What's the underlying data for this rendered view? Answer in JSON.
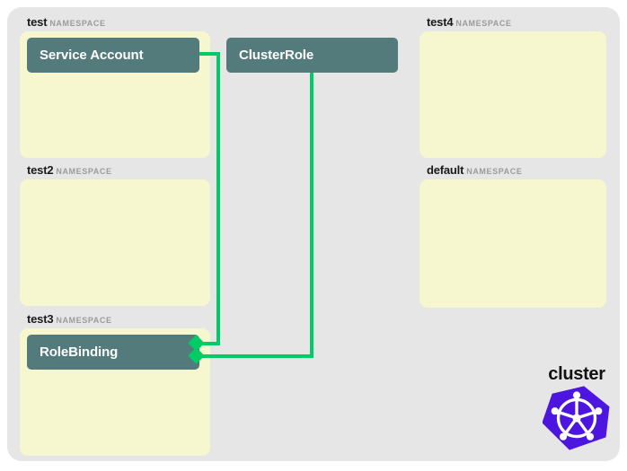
{
  "diagram": {
    "kind_label": "NAMESPACE",
    "colors": {
      "canvas": "#ffffff",
      "cluster_panel": "#e6e6e6",
      "namespace_box": "#f6f7ce",
      "node": "#537b7b",
      "node_text": "#ffffff",
      "edge": "#00cc66",
      "k8s_purple": "#4c16e0",
      "k8s_wheel": "#ffffff",
      "ns_name_text": "#1a1a1a",
      "ns_kind_text": "#9b9b9b"
    },
    "namespaces": [
      {
        "name": "test",
        "kind": "NAMESPACE"
      },
      {
        "name": "test2",
        "kind": "NAMESPACE"
      },
      {
        "name": "test3",
        "kind": "NAMESPACE"
      },
      {
        "name": "test4",
        "kind": "NAMESPACE"
      },
      {
        "name": "default",
        "kind": "NAMESPACE"
      }
    ],
    "nodes": [
      {
        "label": "Service Account",
        "namespace": "test"
      },
      {
        "label": "ClusterRole",
        "namespace": ""
      },
      {
        "label": "RoleBinding",
        "namespace": "test3"
      }
    ],
    "edges": [
      {
        "from": "Service Account",
        "to": "RoleBinding"
      },
      {
        "from": "ClusterRole",
        "to": "RoleBinding"
      }
    ],
    "legend": {
      "label": "cluster",
      "icon": "kubernetes-logo"
    }
  }
}
